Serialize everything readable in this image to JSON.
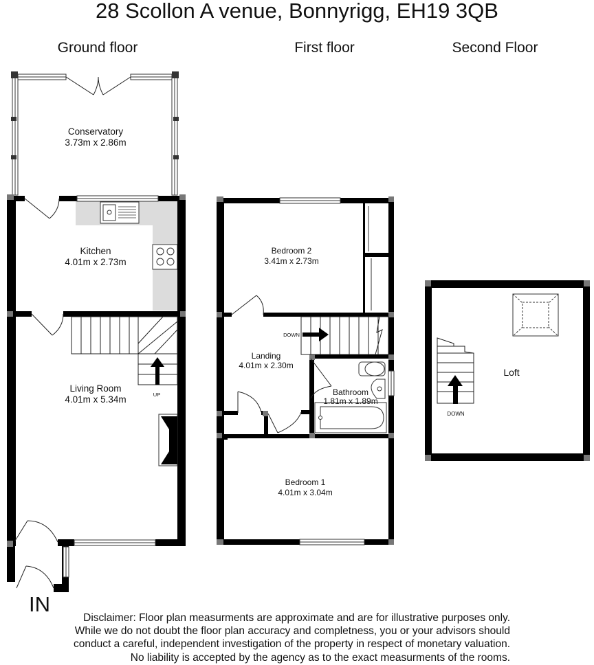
{
  "title": "28 Scollon A venue, Bonnyrigg, EH19 3QB",
  "floors": {
    "ground": "Ground floor",
    "first": "First floor",
    "second": "Second Floor"
  },
  "rooms": {
    "conservatory": {
      "name": "Conservatory",
      "size": "3.73m x 2.86m"
    },
    "kitchen": {
      "name": "Kitchen",
      "size": "4.01m x 2.73m"
    },
    "living_room": {
      "name": "Living Room",
      "size": "4.01m x 5.34m"
    },
    "bedroom2": {
      "name": "Bedroom 2",
      "size": "3.41m x 2.73m"
    },
    "landing": {
      "name": "Landing",
      "size": "4.01m x 2.30m"
    },
    "bathroom": {
      "name": "Bathroom",
      "size": "1.81m x 1.89m"
    },
    "bedroom1": {
      "name": "Bedroom 1",
      "size": "4.01m x 3.04m"
    },
    "loft": {
      "name": "Loft"
    }
  },
  "stairs": {
    "up": "UP",
    "down_first": "DOWN",
    "down_loft": "DOWN"
  },
  "entrance": "IN",
  "disclaimer": [
    "Disclaimer:  Floor plan measurments are approximate and are for illustrative purposes only.",
    "While we do not doubt the floor plan accuracy and completness, you or your advisors should",
    "conduct a careful, independent investigation of the property in respect of monetary valuation.",
    "No liability is accepted by the agency as to the exact measurments of the rooms."
  ]
}
